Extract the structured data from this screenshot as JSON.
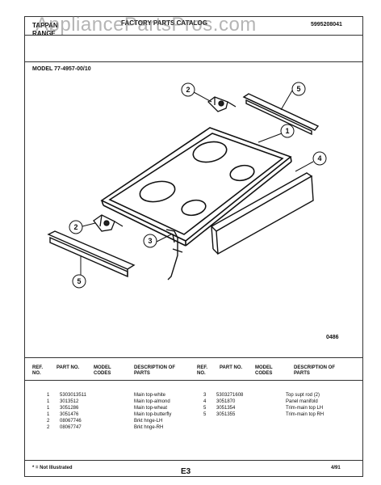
{
  "header": {
    "brand_line1": "TAPPAN",
    "brand_line2": "RANGE",
    "catalog_title": "FACTORY PARTS CATALOG",
    "catalog_number": "5995208041"
  },
  "watermark": "AppliancePartsPros.com",
  "model": "MODEL 77-4957-00/10",
  "diagram": {
    "callouts": [
      "1",
      "2",
      "2",
      "3",
      "4",
      "5",
      "5"
    ],
    "ref_code": "0486"
  },
  "table": {
    "headers": {
      "ref_no": "REF. NO.",
      "part_no": "PART NO.",
      "model_codes": "MODEL CODES",
      "description": "DESCRIPTION OF PARTS"
    },
    "left_rows": [
      {
        "ref": "1",
        "part": "5303013511",
        "desc": "Main top-white"
      },
      {
        "ref": "1",
        "part": "3013512",
        "desc": "Main top-almond"
      },
      {
        "ref": "1",
        "part": "3051286",
        "desc": "Main top-wheat"
      },
      {
        "ref": "1",
        "part": "3051476",
        "desc": "Main top-butterfly"
      },
      {
        "ref": "2",
        "part": "08067746",
        "desc": "Brkt hnge-LH"
      },
      {
        "ref": "2",
        "part": "08067747",
        "desc": "Brkt hnge-RH"
      }
    ],
    "right_rows": [
      {
        "ref": "3",
        "part": "5303271608",
        "desc": "Top supt rod (2)"
      },
      {
        "ref": "4",
        "part": "3051870",
        "desc": "Panel manifold"
      },
      {
        "ref": "5",
        "part": "3051354",
        "desc": "Trim-main top LH"
      },
      {
        "ref": "5",
        "part": "3051355",
        "desc": "Trim-main top RH"
      }
    ]
  },
  "footer": {
    "note": "* = Not Illustrated",
    "page_code": "E3",
    "date": "4/91"
  }
}
